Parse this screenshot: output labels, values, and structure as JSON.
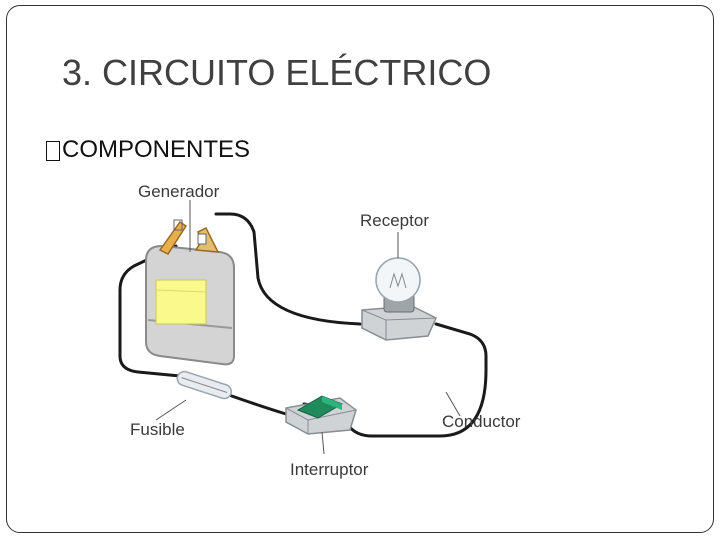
{
  "slide": {
    "title": "3. CIRCUITO ELÉCTRICO",
    "bullet": "COMPONENTES"
  },
  "diagram": {
    "labels": {
      "generator": "Generador",
      "receiver": "Receptor",
      "fuse": "Fusible",
      "conductor": "Conductor",
      "switch": "Interruptor"
    }
  },
  "colors": {
    "title": "#404040",
    "wire": "#1a1a1a",
    "battery_label": "#fafa8c",
    "switch_green": "#1f8a5c"
  }
}
